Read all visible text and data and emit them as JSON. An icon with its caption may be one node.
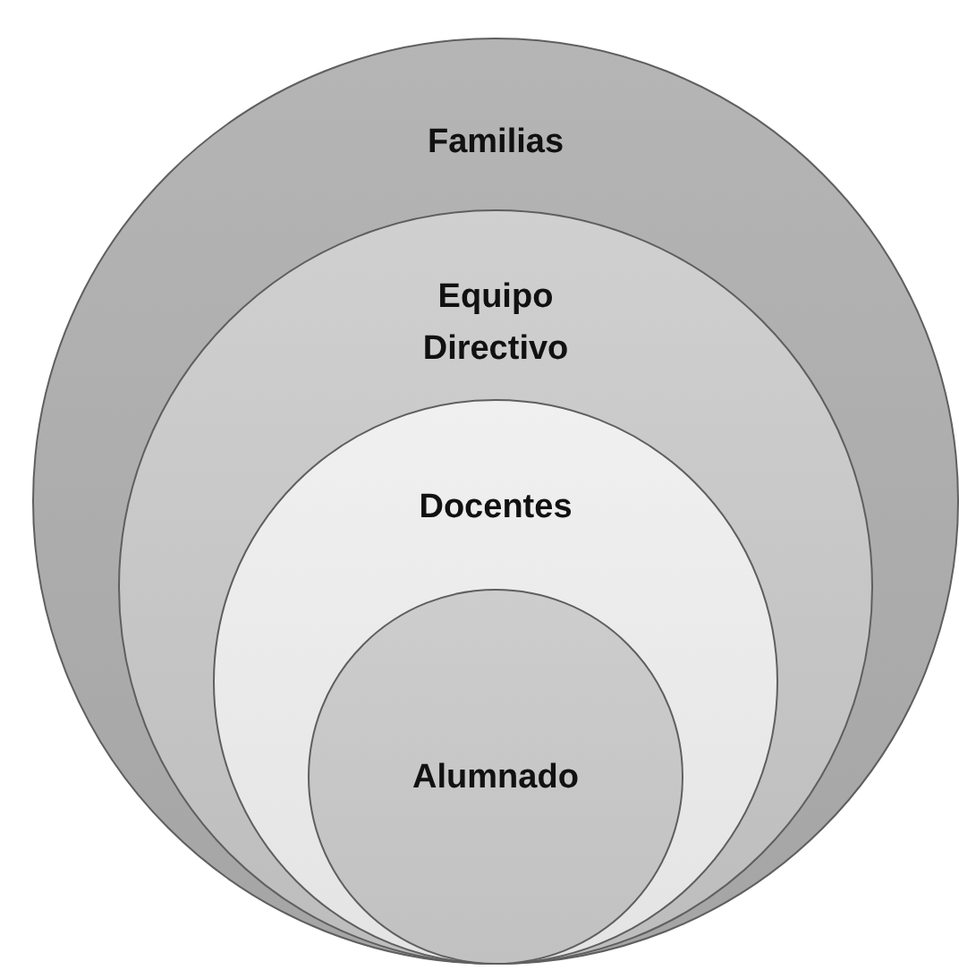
{
  "diagram": {
    "nodes": [
      {
        "text": [
          "Familias"
        ]
      },
      {
        "text": [
          "Equipo Directivo"
        ],
        "in": 0
      },
      {
        "text": [
          "Docentes"
        ],
        "in": 1
      },
      {
        "text": [
          "Alumnado"
        ],
        "in": 2
      }
    ]
  }
}
